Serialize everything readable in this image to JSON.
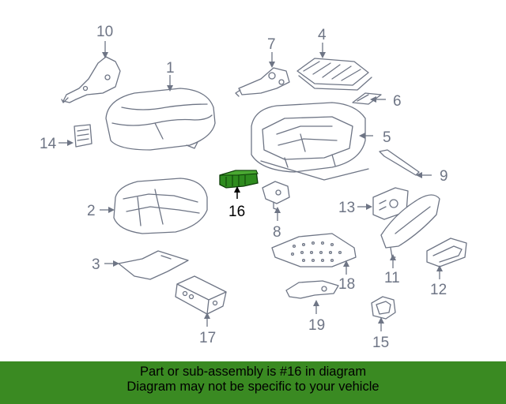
{
  "diagram": {
    "callouts": {
      "p1": "1",
      "p2": "2",
      "p3": "3",
      "p4": "4",
      "p5": "5",
      "p6": "6",
      "p7": "7",
      "p8": "8",
      "p9": "9",
      "p10": "10",
      "p11": "11",
      "p12": "12",
      "p13": "13",
      "p14": "14",
      "p15": "15",
      "p16": "16",
      "p17": "17",
      "p18": "18",
      "p19": "19"
    },
    "highlighted_part": "16",
    "highlight_color": "#2e8b1e",
    "line_color": "#6e7585"
  },
  "banner": {
    "line1": "Part or sub-assembly is #16 in diagram",
    "line2": "Diagram may not be specific to your vehicle",
    "background": "#3a8a22"
  }
}
